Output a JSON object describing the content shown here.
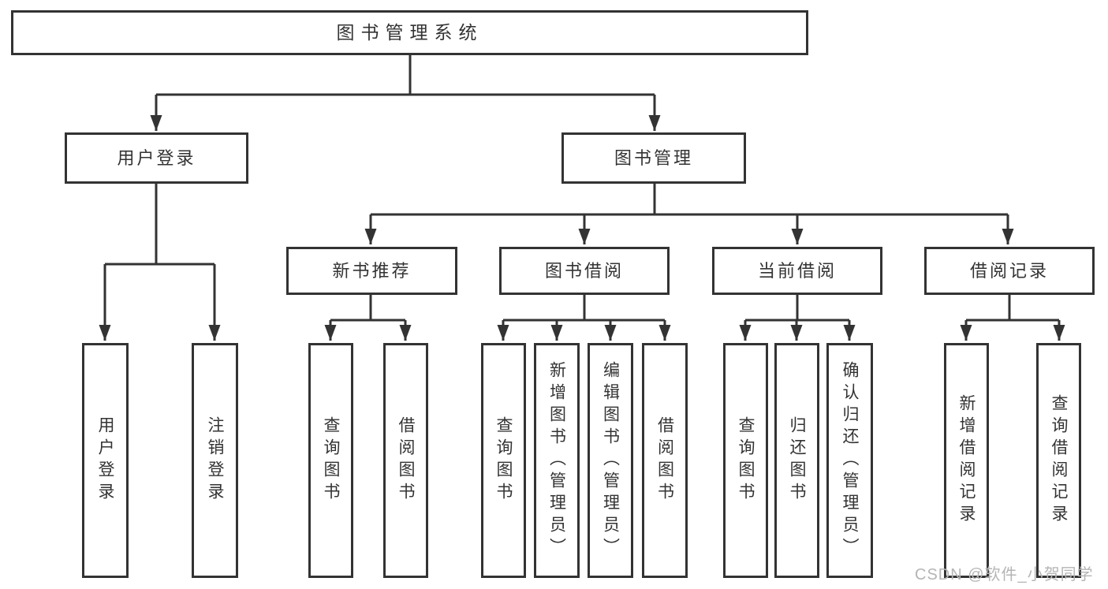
{
  "diagram": {
    "root": {
      "label": "图书管理系统",
      "children": [
        {
          "label": "用户登录",
          "children": [
            {
              "label": "用户登录"
            },
            {
              "label": "注销登录"
            }
          ]
        },
        {
          "label": "图书管理",
          "children": [
            {
              "label": "新书推荐",
              "children": [
                {
                  "label": "查询图书"
                },
                {
                  "label": "借阅图书"
                }
              ]
            },
            {
              "label": "图书借阅",
              "children": [
                {
                  "label": "查询图书"
                },
                {
                  "label": "新增图书（管理员）"
                },
                {
                  "label": "编辑图书（管理员）"
                },
                {
                  "label": "借阅图书"
                }
              ]
            },
            {
              "label": "当前借阅",
              "children": [
                {
                  "label": "查询图书"
                },
                {
                  "label": "归还图书"
                },
                {
                  "label": "确认归还（管理员）"
                }
              ]
            },
            {
              "label": "借阅记录",
              "children": [
                {
                  "label": "新增借阅记录"
                },
                {
                  "label": "查询借阅记录"
                }
              ]
            }
          ]
        }
      ]
    }
  },
  "watermark": {
    "text": "CSDN @软件_小贺同学"
  },
  "colors": {
    "line": "#333333",
    "text": "#333333",
    "background": "#ffffff",
    "watermark": "#b5b5b5"
  }
}
